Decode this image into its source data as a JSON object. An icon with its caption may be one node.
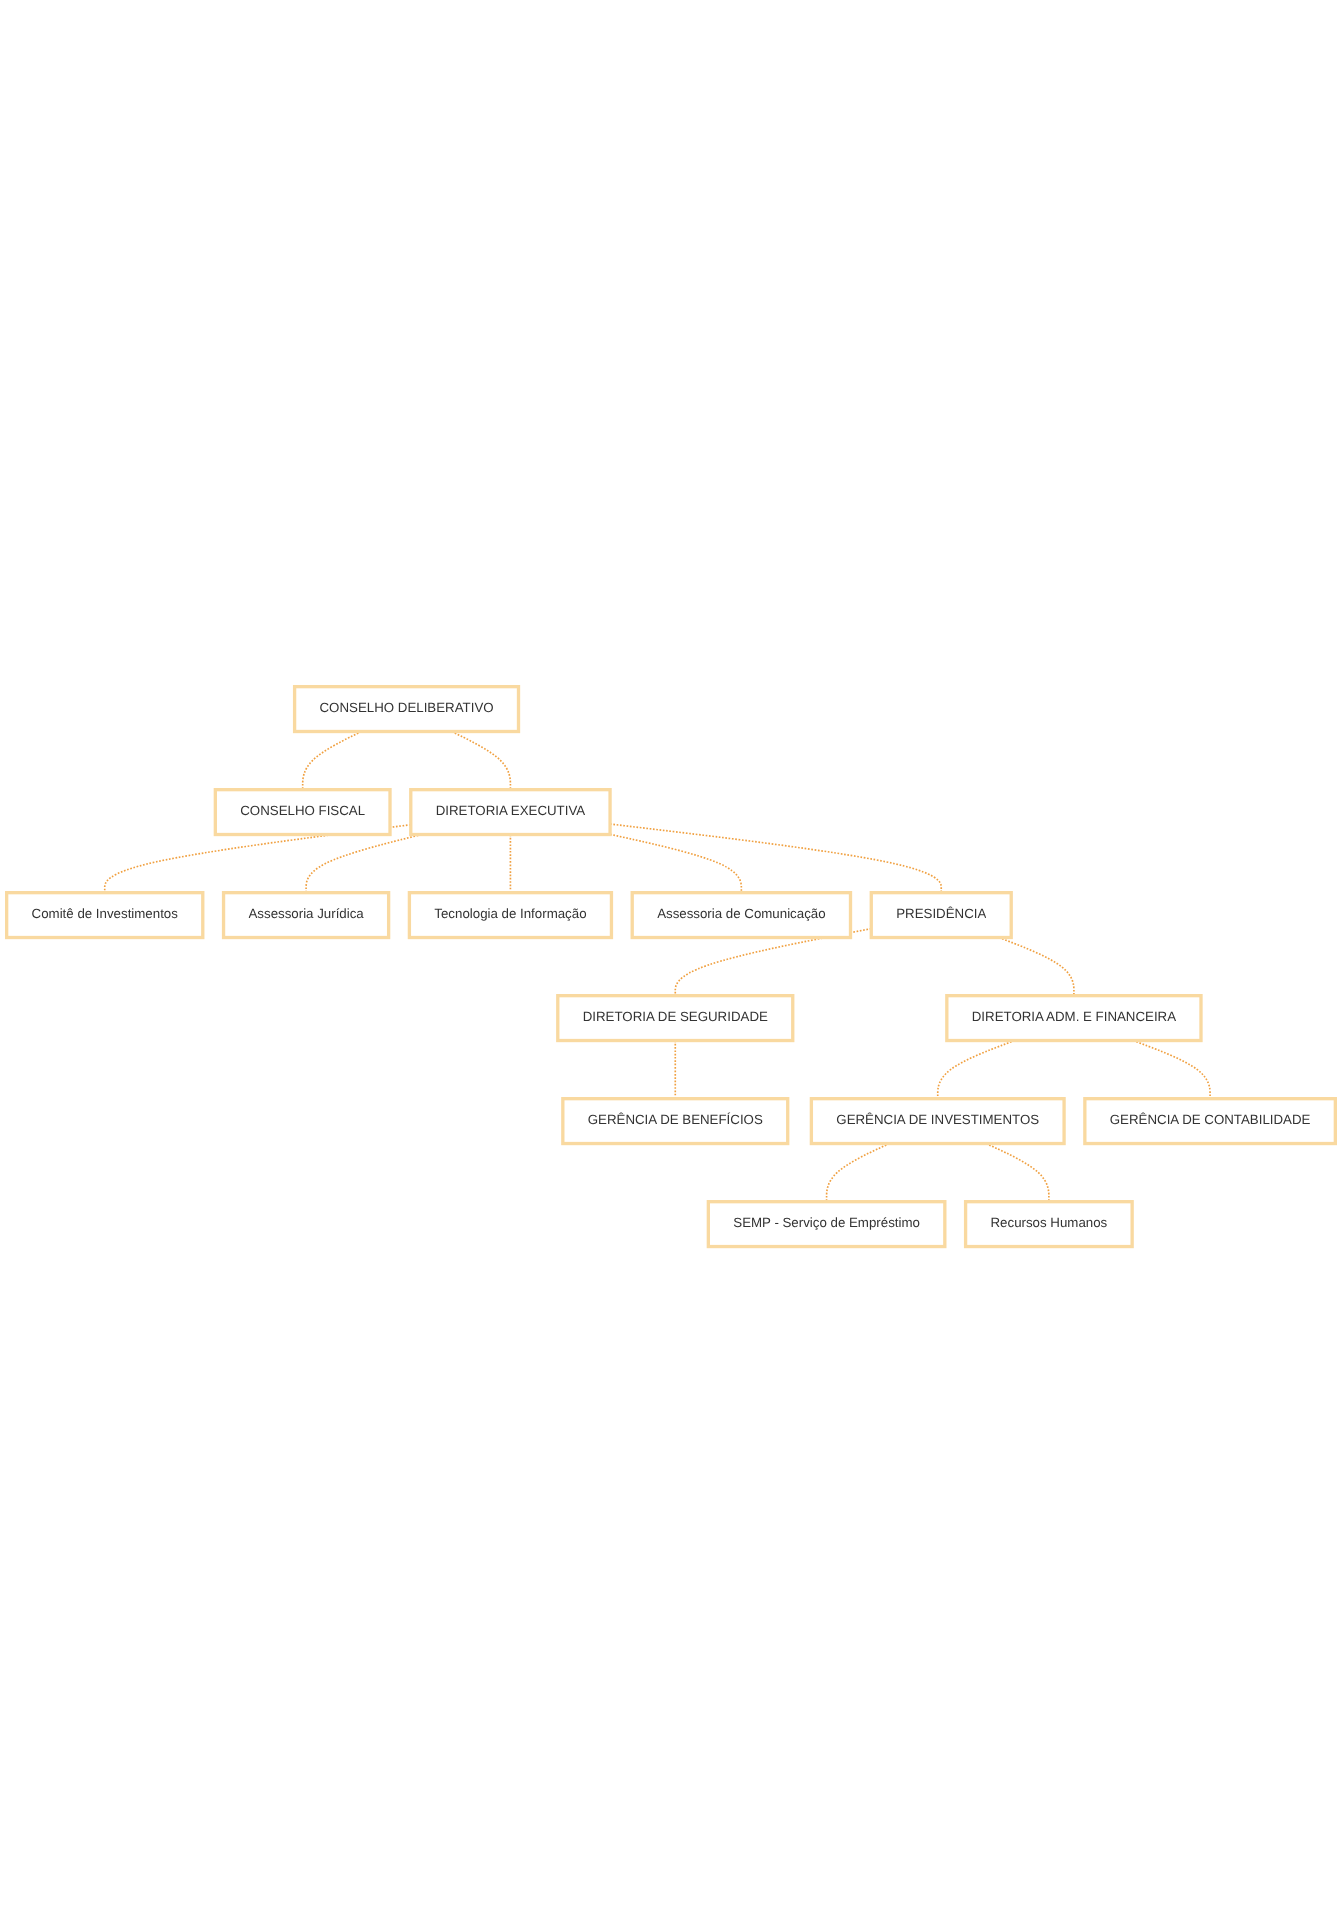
{
  "diagram": {
    "nodes": [
      {
        "text": [
          "CONSELHO DELIBERATIVO"
        ]
      },
      {
        "text": [
          "CONSELHO FISCAL"
        ]
      },
      {
        "text": [
          "DIRETORIA EXECUTIVA"
        ]
      },
      {
        "text": [
          "Comitê de Investimentos"
        ]
      },
      {
        "text": [
          "Assessoria Jurídica"
        ]
      },
      {
        "text": [
          "Tecnologia de Informação"
        ]
      },
      {
        "text": [
          "Assessoria de Comunicação"
        ]
      },
      {
        "text": [
          "PRESIDÊNCIA"
        ]
      },
      {
        "text": [
          "DIRETORIA DE SEGURIDADE"
        ]
      },
      {
        "text": [
          "DIRETORIA ADM. E FINANCEIRA"
        ]
      },
      {
        "text": [
          "GERÊNCIA DE BENEFÍCIOS"
        ]
      },
      {
        "text": [
          "GERÊNCIA DE INVESTIMENTOS"
        ]
      },
      {
        "text": [
          "GERÊNCIA DE CONTABILIDADE"
        ]
      },
      {
        "text": [
          "SEMP - Serviço de Empréstimo"
        ]
      },
      {
        "text": [
          "Recursos Humanos"
        ]
      }
    ],
    "edges": [
      {
        "from": 0,
        "to": 2,
        "arrow": "none",
        "style": "dashed"
      },
      {
        "from": 0,
        "to": 1,
        "arrow": "none",
        "style": "dashed"
      },
      {
        "from": 2,
        "to": 7,
        "arrow": "none",
        "style": "dashed"
      },
      {
        "from": 2,
        "to": 3,
        "arrow": "none",
        "style": "dashed"
      },
      {
        "from": 2,
        "to": 5,
        "arrow": "none",
        "style": "dashed"
      },
      {
        "from": 2,
        "to": 4,
        "arrow": "none",
        "style": "dashed"
      },
      {
        "from": 2,
        "to": 6,
        "arrow": "none",
        "style": "dashed"
      },
      {
        "from": 7,
        "to": 8,
        "arrow": "none",
        "style": "dashed"
      },
      {
        "from": 7,
        "to": 9,
        "arrow": "none",
        "style": "dashed"
      },
      {
        "from": 8,
        "to": 10,
        "arrow": "none",
        "style": "dashed"
      },
      {
        "from": 9,
        "to": 11,
        "arrow": "none",
        "style": "dashed"
      },
      {
        "from": 9,
        "to": 12,
        "arrow": "none",
        "style": "dashed"
      },
      {
        "from": 11,
        "to": 13,
        "arrow": "none",
        "style": "dashed"
      },
      {
        "from": 11,
        "to": 14,
        "arrow": "none",
        "style": "dashed"
      }
    ]
  }
}
